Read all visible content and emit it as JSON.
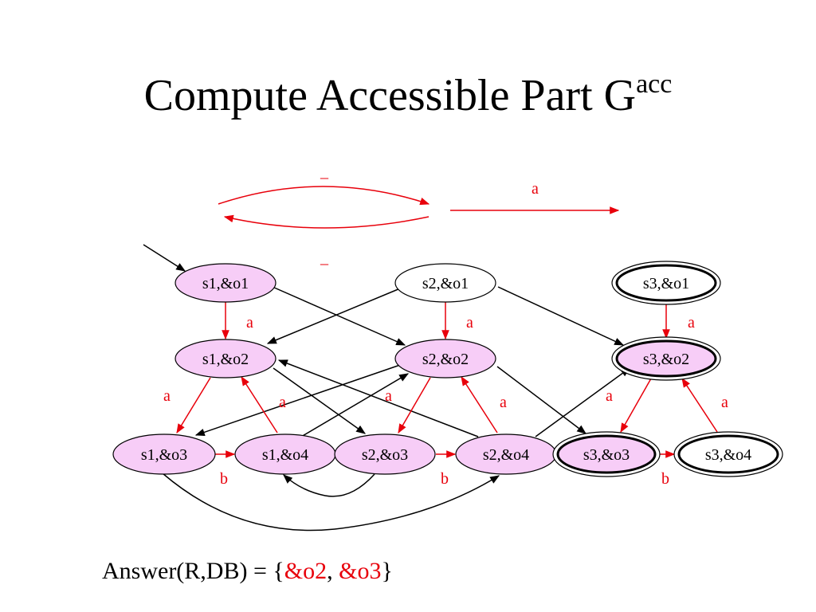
{
  "title": {
    "text": "Compute Accessible Part G",
    "superscript": "acc"
  },
  "legend": {
    "dash_top": "_",
    "dash_bottom": "_",
    "a_label": "a"
  },
  "colors": {
    "node_fill": "#f7cdf7",
    "red_edge": "#e8000b",
    "black_edge": "#000000",
    "white_fill": "#ffffff"
  },
  "nodes": {
    "s1o1": "s1,&o1",
    "s2o1": "s2,&o1",
    "s3o1": "s3,&o1",
    "s1o2": "s1,&o2",
    "s2o2": "s2,&o2",
    "s3o2": "s3,&o2",
    "s1o3": "s1,&o3",
    "s1o4": "s1,&o4",
    "s2o3": "s2,&o3",
    "s2o4": "s2,&o4",
    "s3o3": "s3,&o3",
    "s3o4": "s3,&o4"
  },
  "edge_labels": {
    "a_s1_down": "a",
    "a_s2_down": "a",
    "a_s3_down": "a",
    "a_s1_left": "a",
    "a_s1_right": "a",
    "a_s2_left": "a",
    "a_s2_right": "a",
    "a_s3_left": "a",
    "a_s3_right": "a",
    "b1": "b",
    "b2": "b",
    "b3": "b"
  },
  "answer": {
    "prefix": "Answer(R,DB) = {",
    "item1": "&o2",
    "sep": ", ",
    "item2": "&o3",
    "suffix": "}"
  }
}
